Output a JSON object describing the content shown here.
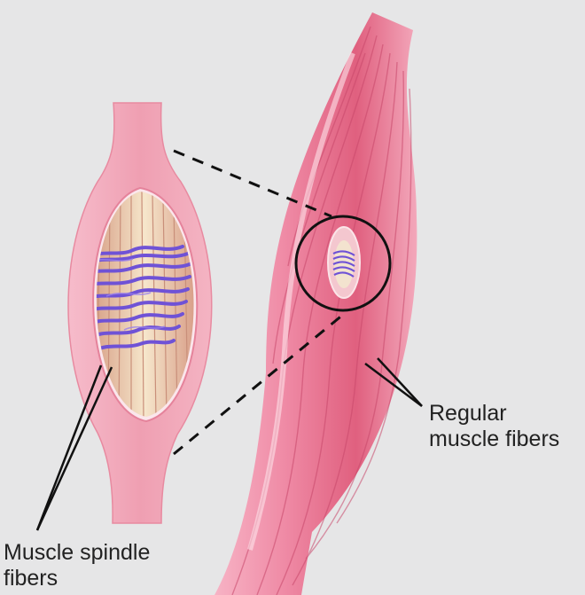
{
  "labels": {
    "regular_line1": "Regular",
    "regular_line2": "muscle fibers",
    "spindle_line1": "Muscle spindle",
    "spindle_line2": "fibers"
  },
  "colors": {
    "background": "#e6e6e7",
    "muscle": "#e46b8a",
    "muscle_light": "#f4b6c5",
    "spindle_sheath": "#f0a2b1",
    "intrafusal_fiber": "#f1ddc0",
    "spindle_coil": "#7a5ad8",
    "leader_line": "#111111"
  }
}
